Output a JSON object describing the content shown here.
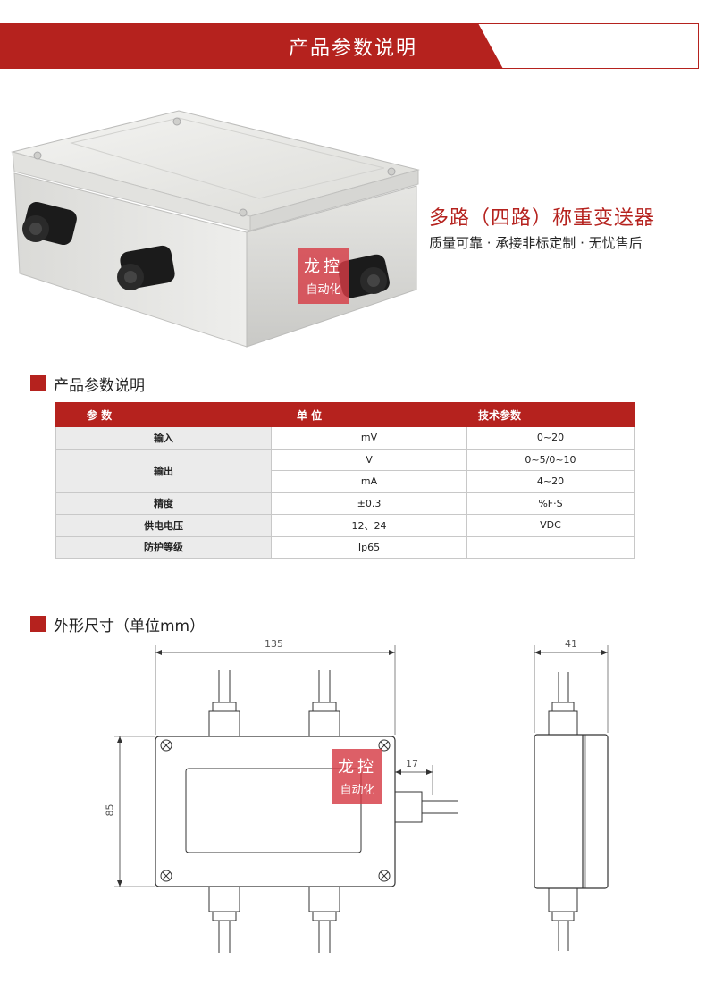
{
  "header": {
    "title": "产品参数说明"
  },
  "product": {
    "name": "多路（四路）称重变送器",
    "tagline": "质量可靠 · 承接非标定制 · 无忧售后"
  },
  "watermark": {
    "line1": "龙控",
    "line2": "自动化"
  },
  "params_section": {
    "title": "产品参数说明"
  },
  "table": {
    "headers": [
      "参  数",
      "单  位",
      "技术参数"
    ],
    "rows": {
      "input": {
        "label": "输入",
        "unit": "mV",
        "value": "0~20"
      },
      "output_v": {
        "label": "输出",
        "unit": "V",
        "value": "0~5/0~10"
      },
      "output_ma": {
        "unit": "mA",
        "value": "4~20"
      },
      "accuracy": {
        "label": "精度",
        "unit": "±0.3",
        "value": "%F·S"
      },
      "supply": {
        "label": "供电电压",
        "unit": "12、24",
        "value": "VDC"
      },
      "protection": {
        "label": "防护等级",
        "unit": "Ip65",
        "value": ""
      }
    }
  },
  "dims_section": {
    "title": "外形尺寸（单位mm）"
  },
  "dimensions": {
    "length": "135",
    "height": "85",
    "gland": "17",
    "depth": "41"
  },
  "colors": {
    "accent": "#b5221e",
    "header_row": "#b5221e",
    "label_bg": "#ebebeb"
  }
}
